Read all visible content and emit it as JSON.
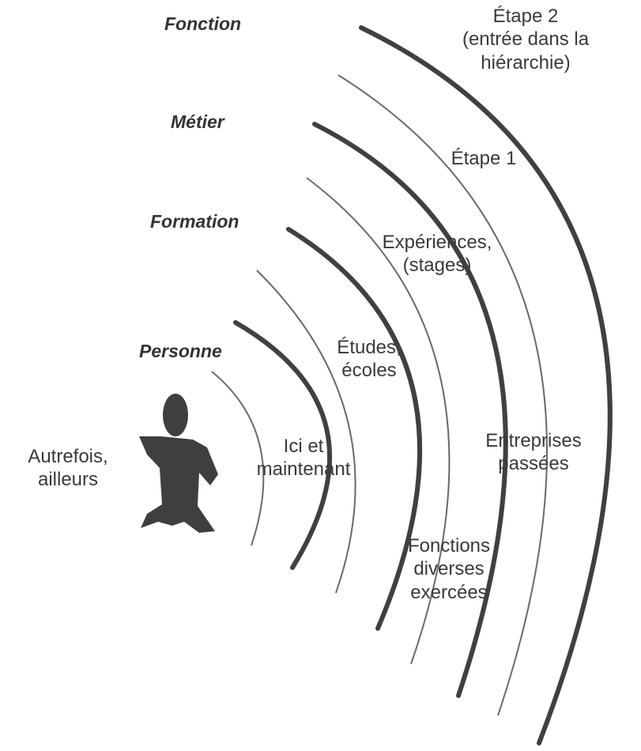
{
  "levels": {
    "fonction": "Fonction",
    "metier": "Métier",
    "formation": "Formation",
    "personne": "Personne"
  },
  "zones": {
    "etape2": "Étape 2\n(entrée dans la\nhiérarchie)",
    "etape1": "Étape 1",
    "experiences": "Expériences,\n(stages)",
    "etudes": "Études,\nécoles",
    "ici": "Ici et\nmaintenant",
    "autrefois": "Autrefois,\nailleurs",
    "entreprises": "Entreprises\npassées",
    "fonctions": "Fonctions\ndiverses\nexercées"
  },
  "colors": {
    "thick_arc": "#404040",
    "thin_arc": "#6a6a6a",
    "figure": "#3f3f3f"
  }
}
